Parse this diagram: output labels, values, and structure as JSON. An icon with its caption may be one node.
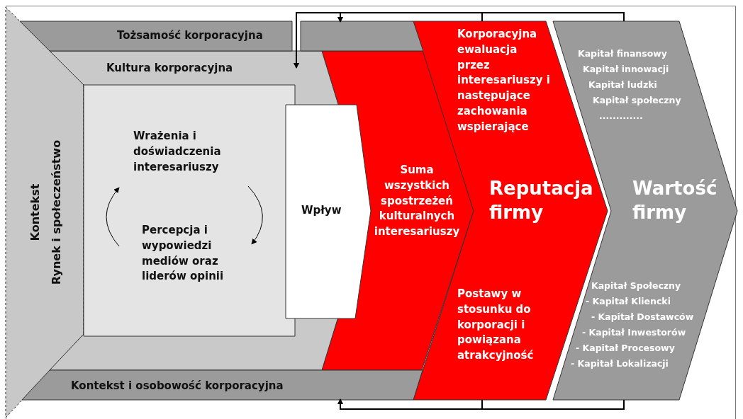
{
  "diagram": {
    "nodes": [
      {
        "text": [
          "Kontekst",
          "Rynek i społeczeństwo"
        ]
      },
      {
        "text": [
          "Tożsamość korporacyjna"
        ]
      },
      {
        "text": [
          "Kultura korporacyjna"
        ]
      },
      {
        "text": [],
        "shape": "box",
        "in": 2
      },
      {
        "text": [
          "Wrażenia i doświadczenia interesariuszy"
        ],
        "in": 3
      },
      {
        "text": [
          "Percepcja i wypowiedzi mediów oraz liderów opinii"
        ],
        "in": 3
      },
      {
        "text": [
          "Wpływ"
        ],
        "in": 2
      },
      {
        "text": [
          "Suma wszystkich spostrzeżeń kulturalnych interesariuszy"
        ]
      },
      {
        "text": [
          "Korporacyjna ewaluacja przez interesariuszy i następujące zachowania wspierające",
          "Reputacja firmy",
          "Postawy w stosunku do korporacji i powiązana atrakcyjność"
        ]
      },
      {
        "text": [
          "Kapitał finansowy",
          "Kapitał innowacji",
          "Kapitał ludzki",
          "Kapitał społeczny",
          ".............",
          "Wartość firmy",
          "Kapitał Społeczny",
          "- Kapitał Kliencki",
          "- Kapitał Dostawców",
          "- Kapitał Inwestorów",
          "- Kapitał Procesowy",
          "- Kapitał Lokalizacji"
        ]
      },
      {
        "text": [
          "Kontekst i osobowość korporacyjna"
        ]
      }
    ],
    "edges": [
      {
        "from": 4,
        "to": 5,
        "arrow": "to"
      },
      {
        "from": 5,
        "to": 4,
        "arrow": "to"
      },
      {
        "from": 9,
        "to": 1,
        "arrow": "to"
      },
      {
        "from": 9,
        "to": 2,
        "arrow": "to"
      },
      {
        "from": 8,
        "to": 1,
        "arrow": "to"
      },
      {
        "from": 8,
        "to": 2,
        "arrow": "to"
      },
      {
        "from": 9,
        "to": 10,
        "arrow": "to"
      },
      {
        "from": 8,
        "to": 10,
        "arrow": "to"
      }
    ]
  }
}
